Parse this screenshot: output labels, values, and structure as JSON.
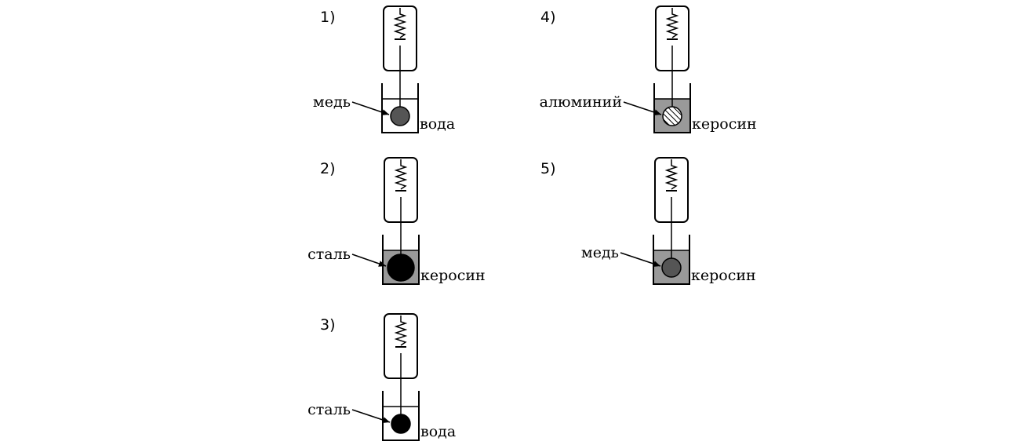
{
  "figures": [
    {
      "number": "1)",
      "material": "медь",
      "liquid": "вода",
      "liquid_color": "#ffffff",
      "ball": "copper",
      "ball_size": "small"
    },
    {
      "number": "2)",
      "material": "сталь",
      "liquid": "керосин",
      "liquid_color": "#999999",
      "ball": "steel",
      "ball_size": "large"
    },
    {
      "number": "3)",
      "material": "сталь",
      "liquid": "вода",
      "liquid_color": "#ffffff",
      "ball": "steel",
      "ball_size": "small"
    },
    {
      "number": "4)",
      "material": "алюминий",
      "liquid": "керосин",
      "liquid_color": "#999999",
      "ball": "aluminum",
      "ball_size": "small"
    },
    {
      "number": "5)",
      "material": "медь",
      "liquid": "керосин",
      "liquid_color": "#999999",
      "ball": "copper",
      "ball_size": "small"
    }
  ],
  "ball_colors": {
    "copper": "#555555",
    "steel": "#000000",
    "aluminum": "hatched"
  }
}
